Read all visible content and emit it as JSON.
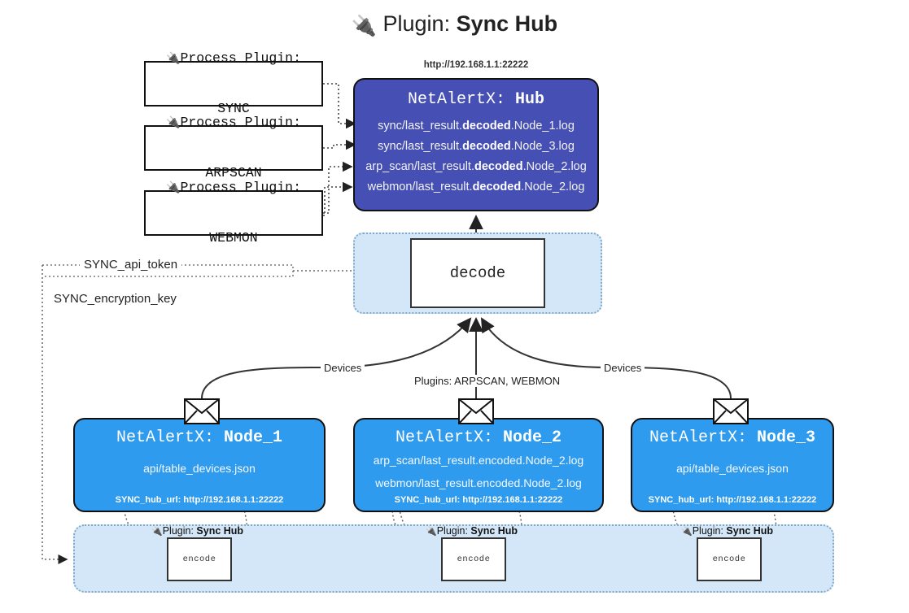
{
  "title": {
    "icon": "plug-icon",
    "prefix": "Plugin:",
    "name": "Sync Hub"
  },
  "process_plugins": [
    {
      "icon": "plug-icon",
      "line1": "Process Plugin:",
      "line2": "SYNC"
    },
    {
      "icon": "plug-icon",
      "line1": "Process Plugin:",
      "line2": "ARPSCAN"
    },
    {
      "icon": "plug-icon",
      "line1": "Process Plugin:",
      "line2": "WEBMON"
    }
  ],
  "hub": {
    "url": "http://192.168.1.1:22222",
    "title_prefix": "NetAlertX:",
    "title_name": "Hub",
    "logs": [
      {
        "pre": "sync/last_result.",
        "mid": "decoded",
        "post": ".Node_1.log"
      },
      {
        "pre": "sync/last_result.",
        "mid": "decoded",
        "post": ".Node_3.log"
      },
      {
        "pre": "arp_scan/last_result.",
        "mid": "decoded",
        "post": ".Node_2.log"
      },
      {
        "pre": "webmon/last_result.",
        "mid": "decoded",
        "post": ".Node_2.log"
      }
    ]
  },
  "decode": {
    "label": "decode"
  },
  "secrets": [
    {
      "label": "SYNC_api_token"
    },
    {
      "label": "SYNC_encryption_key"
    }
  ],
  "edge_labels": {
    "left_devices": "Devices",
    "center_plugins": "Plugins: ARPSCAN, WEBMON",
    "right_devices": "Devices"
  },
  "nodes": [
    {
      "title_prefix": "NetAlertX:",
      "title_name": "Node_1",
      "lines": [
        "api/table_devices.json"
      ],
      "footer": "SYNC_hub_url: http://192.168.1.1:22222"
    },
    {
      "title_prefix": "NetAlertX:",
      "title_name": "Node_2",
      "lines": [
        "arp_scan/last_result.encoded.Node_2.log",
        "webmon/last_result.encoded.Node_2.log"
      ],
      "footer": "SYNC_hub_url: http://192.168.1.1:22222"
    },
    {
      "title_prefix": "NetAlertX:",
      "title_name": "Node_3",
      "lines": [
        "api/table_devices.json"
      ],
      "footer": "SYNC_hub_url: http://192.168.1.1:22222"
    }
  ],
  "encoders": [
    {
      "caption_prefix": "Plugin:",
      "caption_name": "Sync Hub",
      "label": "encode"
    },
    {
      "caption_prefix": "Plugin:",
      "caption_name": "Sync Hub",
      "label": "encode"
    },
    {
      "caption_prefix": "Plugin:",
      "caption_name": "Sync Hub",
      "label": "encode"
    }
  ],
  "colors": {
    "hub_fill": "#4650b4",
    "node_fill": "#2e9bef",
    "container_fill": "#d4e7f8",
    "container_border": "#7fa8c9",
    "stroke": "#111111"
  }
}
